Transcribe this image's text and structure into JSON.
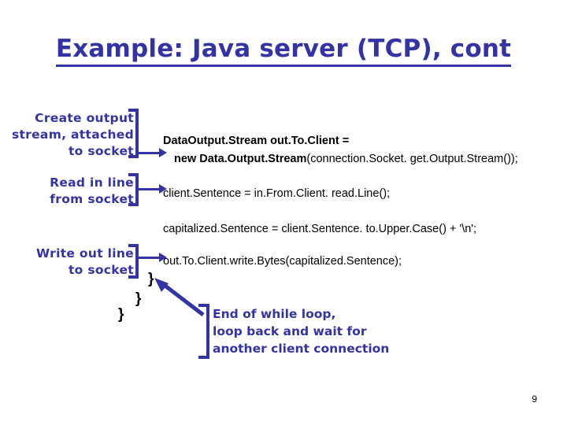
{
  "slide": {
    "title": "Example: Java server (TCP), cont",
    "page_number": "9",
    "accent_color": "#3333a6",
    "code_color": "#000000",
    "background": "#ffffff"
  },
  "annotations": [
    {
      "id": "create-output-stream",
      "line1": "Create output",
      "line2": "stream, attached",
      "line3": "to socket"
    },
    {
      "id": "read-in-line",
      "line1": "Read in  line",
      "line2": "from socket"
    },
    {
      "id": "write-out-line",
      "line1": "Write out line",
      "line2": "to socket"
    }
  ],
  "code": {
    "line1_bold": "DataOutput.Stream  out.To.Client =",
    "line2_bold": "new Data.Output.Stream",
    "line2_reg": "(connection.Socket. get.Output.Stream());",
    "line3": "client.Sentence = in.From.Client. read.Line();",
    "line4": "capitalized.Sentence = client.Sentence. to.Upper.Case() + '\\n';",
    "line5": "out.To.Client.write.Bytes(capitalized.Sentence);",
    "brace1": "}",
    "brace2": "}",
    "brace3": "}"
  },
  "loop_note": {
    "line1": "End of while loop,",
    "line2": "loop back and wait for",
    "line3": "another client connection"
  }
}
